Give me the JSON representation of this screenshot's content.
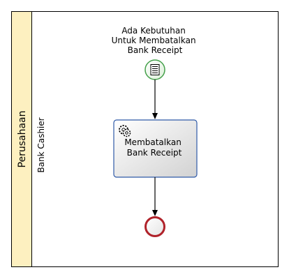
{
  "pool": {
    "label": "Perusahaan"
  },
  "lane": {
    "label": "Bank Cashier"
  },
  "start_event": {
    "label_lines": [
      "Ada Kebutuhan",
      "Untuk Membatalkan",
      "Bank Receipt"
    ],
    "icon": "conditional-document-icon"
  },
  "task": {
    "label_lines": [
      "Membatalkan",
      "Bank Receipt"
    ],
    "icon": "gears-icon",
    "type": "service-task"
  },
  "end_event": {
    "label": ""
  },
  "colors": {
    "pool_header": "#fdf0c0",
    "start_stroke": "#44a04a",
    "task_stroke": "#2f5aa8",
    "end_stroke": "#b0222a",
    "line": "#000000"
  }
}
